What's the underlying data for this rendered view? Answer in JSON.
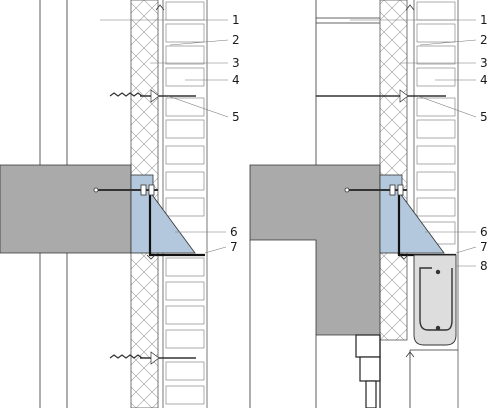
{
  "left_detail": {
    "callouts": [
      "1",
      "2",
      "3",
      "4",
      "5",
      "6",
      "7"
    ]
  },
  "right_detail": {
    "callouts": [
      "1",
      "2",
      "3",
      "4",
      "5",
      "6",
      "7",
      "8"
    ]
  },
  "colors": {
    "concrete": "#aaaaaa",
    "bracket": "#b3c8dc",
    "brick": "#ffffff",
    "line": "#333333",
    "insulation": "#999999"
  },
  "icons": [
    "wall-tie-icon",
    "anchor-bolt-icon",
    "weep-arrow-icon",
    "window-frame-icon",
    "rebar-hook-icon"
  ]
}
